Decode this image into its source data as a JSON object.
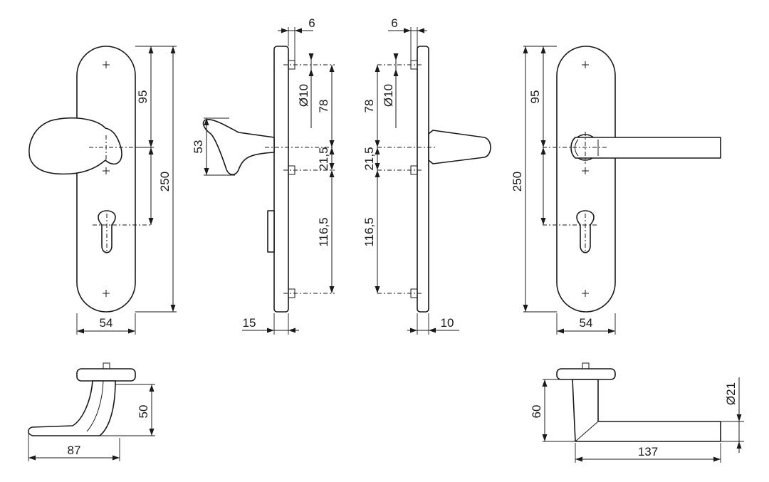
{
  "dimensions": {
    "front_left_height_total": "250",
    "front_left_height_upper": "95",
    "front_left_width": "54",
    "knob_height": "53",
    "knob_side_plate_depth": "15",
    "knob_side_pin_offset": "6",
    "knob_side_pin_diameter": "Ø10",
    "knob_side_upper_spacing": "78",
    "knob_side_mid_spacing": "21,5",
    "knob_side_lower_spacing": "116,5",
    "lever_side_pin_offset": "6",
    "lever_side_pin_diameter": "Ø10",
    "lever_side_upper_spacing": "78",
    "lever_side_mid_spacing": "21,5",
    "lever_side_lower_spacing": "116,5",
    "lever_side_plate_depth": "10",
    "front_right_height_upper": "95",
    "front_right_height_total": "250",
    "front_right_width": "54",
    "knob_top_height": "50",
    "knob_top_length": "87",
    "lever_top_height": "60",
    "lever_top_diameter": "Ø21",
    "lever_top_length": "137"
  },
  "icons": {
    "arrowhead": "filled-triangle-arrowhead"
  }
}
